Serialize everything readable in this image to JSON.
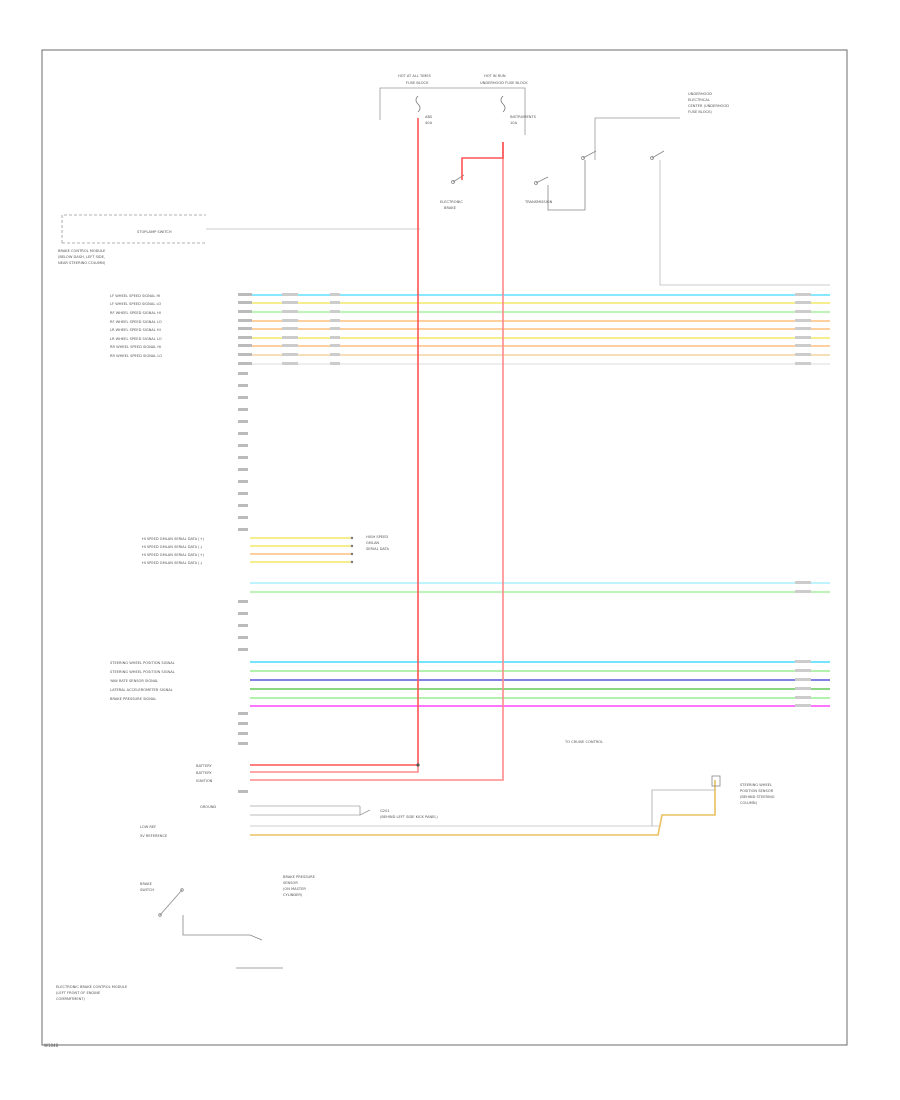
{
  "diagram": {
    "top_fuses": [
      {
        "id": "fuse-left",
        "header": "HOT AT ALL TIMES",
        "box": "FUSE BLOCK",
        "name": "ABS",
        "rating": "40A"
      },
      {
        "id": "fuse-right",
        "header": "HOT IN RUN",
        "box": "UNDERHOOD FUSE BLOCK",
        "name": "INSTRUMENTS",
        "rating": "10A"
      }
    ],
    "underhood_box": [
      "UNDERHOOD",
      "ELECTRICAL",
      "CENTER (UNDERHOOD",
      "FUSE BLOCK)"
    ],
    "stoplamp_switch_label": "STOPLAMP SWITCH",
    "brake_module_label": [
      "BRAKE CONTROL MODULE",
      "(BELOW DASH, LEFT SIDE,",
      "NEAR STEERING COLUMN)"
    ],
    "pin_labels": [
      "LF WHEEL SPEED SIGNAL HI",
      "LF WHEEL SPEED SIGNAL LO",
      "RF WHEEL SPEED SIGNAL HI",
      "RF WHEEL SPEED SIGNAL LO",
      "LR WHEEL SPEED SIGNAL HI",
      "LR WHEEL SPEED SIGNAL LO",
      "RR WHEEL SPEED SIGNAL HI",
      "RR WHEEL SPEED SIGNAL LO",
      "HI SPEED GMLAN SERIAL DATA (+)",
      "HI SPEED GMLAN SERIAL DATA (-)",
      "HI SPEED GMLAN SERIAL DATA (+)",
      "HI SPEED GMLAN SERIAL DATA (-)",
      "STEERING WHEEL POSITION SIGNAL",
      "STEERING WHEEL POSITION SIGNAL",
      "YAW RATE SENSOR SIGNAL",
      "LATERAL ACCELEROMETER SIGNAL",
      "BRAKE PRESSURE SIGNAL",
      "BATTERY",
      "BATTERY",
      "IGNITION",
      "GROUND",
      "LOW REF",
      "5V REFERENCE"
    ],
    "gmlan_label": [
      "HIGH SPEED",
      "GMLAN",
      "SERIAL DATA"
    ],
    "cruise_label": "TO CRUISE CONTROL",
    "sensor_label": [
      "STEERING WHEEL",
      "POSITION SENSOR",
      "(BEHIND STEERING",
      "COLUMN)"
    ],
    "ground_label": [
      "G201",
      "(BEHIND LEFT SIDE KICK PANEL)"
    ],
    "pressure_label": [
      "BRAKE PRESSURE",
      "SENSOR",
      "(ON MASTER",
      "CYLINDER)"
    ],
    "switch_label": [
      "BRAKE",
      "SWITCH"
    ],
    "bottom_label": [
      "ELECTRONIC BRAKE CONTROL MODULE",
      "(LEFT FRONT OF ENGINE",
      "COMPARTMENT)"
    ],
    "page_code": "W1048"
  },
  "colors": {
    "red": "#ff5555",
    "pink_red": "#ff8a8a",
    "cyan": "#60e0ff",
    "yellow": "#f2e86a",
    "orange": "#ffbf80",
    "light_green": "#a8f0a0",
    "purple": "#7070e0",
    "magenta": "#ff60ff",
    "tan": "#e8c060"
  }
}
